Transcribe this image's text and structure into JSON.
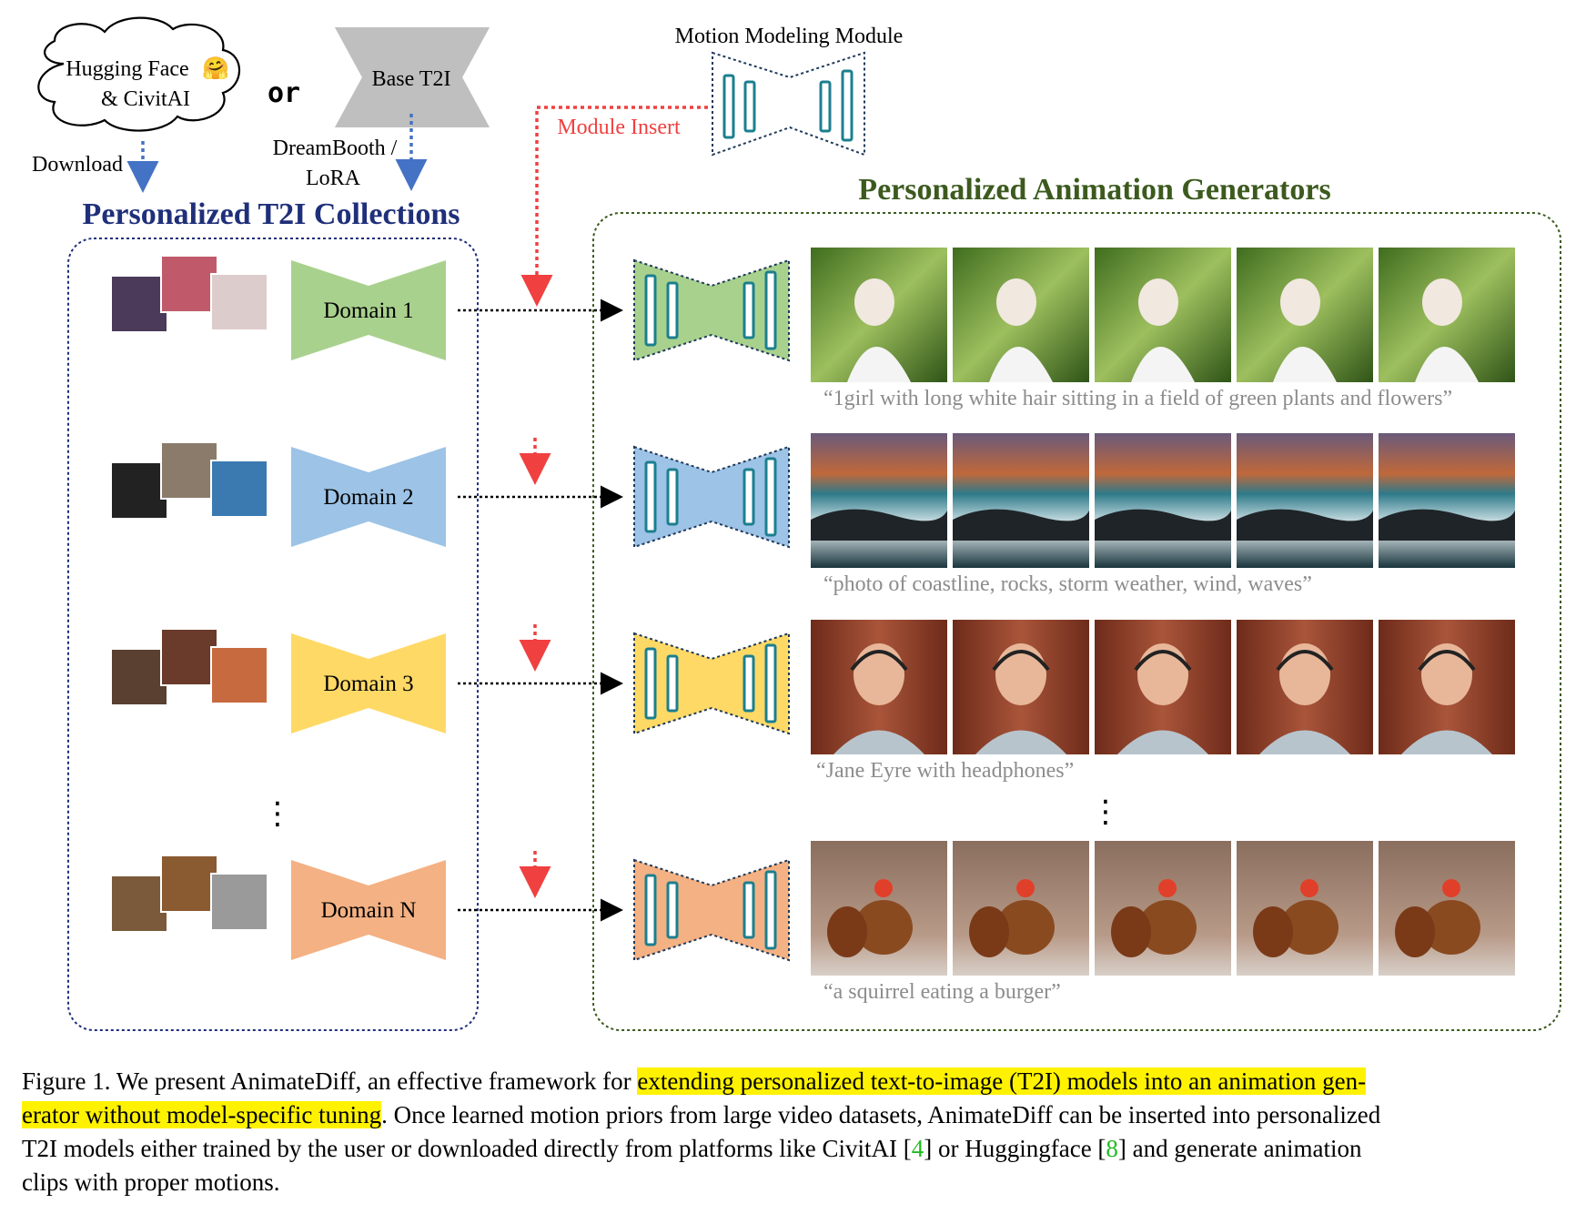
{
  "sources": {
    "hub": "Hugging Face",
    "hub_emoji": "🤗",
    "hub2": "& CivitAI",
    "or": "or",
    "base": "Base T2I",
    "download": "Download",
    "dreambooth": "DreamBooth /",
    "lora": "LoRA"
  },
  "motion": {
    "title": "Motion Modeling Module",
    "insert": "Module Insert"
  },
  "collections": {
    "title": "Personalized T2I Collections",
    "domains": [
      {
        "label": "Domain 1",
        "color": "#a9d18e"
      },
      {
        "label": "Domain 2",
        "color": "#9dc3e6"
      },
      {
        "label": "Domain 3",
        "color": "#ffd966"
      },
      {
        "label": "Domain N",
        "color": "#f4b183"
      }
    ],
    "ellipsis": "⋮"
  },
  "generators": {
    "title": "Personalized Animation Generators",
    "rows": [
      {
        "prompt": "“1girl with long white hair sitting in a field of green plants and flowers”",
        "scene": "girl"
      },
      {
        "prompt": "“photo of coastline, rocks, storm weather, wind, waves”",
        "scene": "coast"
      },
      {
        "prompt": "“Jane Eyre with headphones”",
        "scene": "jane"
      },
      {
        "prompt": "“a squirrel eating a burger”",
        "scene": "squirrel"
      }
    ],
    "ellipsis": "⋮"
  },
  "caption": {
    "label": "Figure 1.",
    "t1": " We present AnimateDiff, an effective framework for ",
    "h1": "extending personalized text-to-image (T2I) models into an animation gen-",
    "h2": "erator without model-specific tuning",
    "t2": ". Once learned motion priors from large video datasets, AnimateDiff can be inserted into personalized",
    "t3": "T2I models either trained by the user or downloaded directly from platforms like CivitAI [",
    "ref1": "4",
    "t4": "] or Huggingface [",
    "ref2": "8",
    "t5": "] and generate animation",
    "t6": "clips with proper motions."
  },
  "colors": {
    "navy": "#1f2f7a",
    "green_title": "#3c5a1e",
    "red": "#f04040",
    "blue_arrow": "#4472c4",
    "teal": "#1b7f8f"
  }
}
